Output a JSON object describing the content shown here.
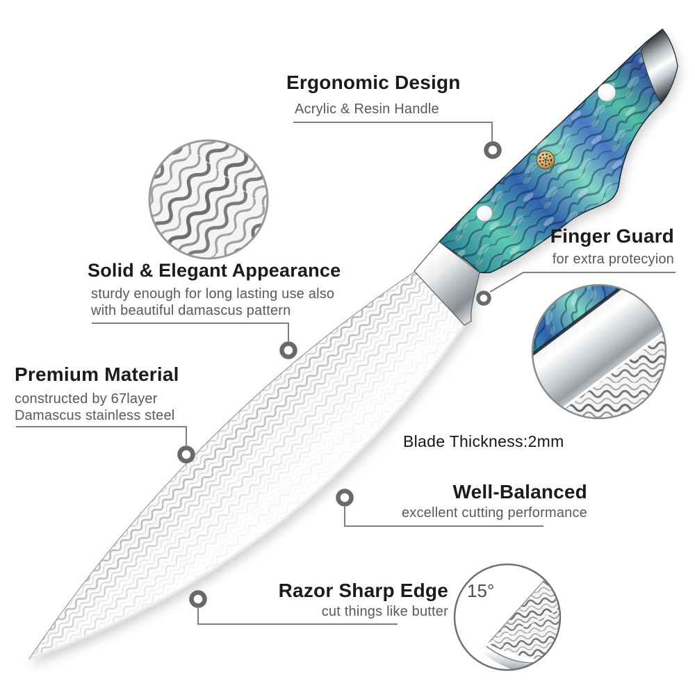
{
  "callouts": {
    "ergonomic_design": {
      "title": "Ergonomic Design",
      "subtitle": "Acrylic & Resin Handle"
    },
    "finger_guard": {
      "title": "Finger Guard",
      "subtitle": "for extra protecyion"
    },
    "solid_elegant": {
      "title": "Solid & Elegant Appearance",
      "subtitle_line1": "sturdy enough for long lasting use also",
      "subtitle_line2": "with beautiful damascus pattern"
    },
    "premium_material": {
      "title": "Premium Material",
      "subtitle_line1": "constructed by 67layer",
      "subtitle_line2": "Damascus stainless steel"
    },
    "blade_thickness": {
      "label": "Blade Thickness:2mm"
    },
    "well_balanced": {
      "title": "Well-Balanced",
      "subtitle": "excellent cutting performance"
    },
    "razor_sharp_edge": {
      "title": "Razor Sharp Edge",
      "subtitle": "cut things like butter"
    },
    "edge_angle": {
      "label": "15°"
    }
  },
  "colors": {
    "background": "#ffffff",
    "title_text": "#1b1b1b",
    "subtitle_text": "#59595b",
    "connector_line": "#7e7e7e",
    "marker_ring": "#696969",
    "steel_light": "#f2f4f5",
    "steel_dark": "#8f959b",
    "abalone_teal": "#4fc4b4",
    "abalone_blue": "#2f63ad",
    "abalone_purple": "#7a6ac0",
    "mosaic_pin_gold": "#b48a4a",
    "damascus_gray": "#7a7a7a"
  }
}
